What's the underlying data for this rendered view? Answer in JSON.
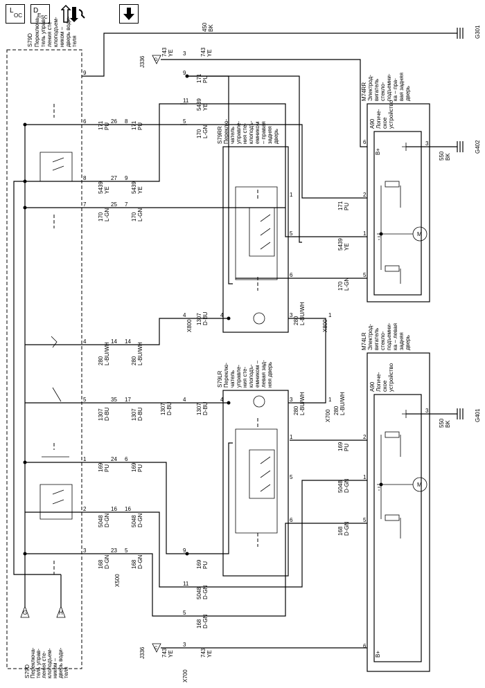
{
  "toolbar": {
    "loc_icon": {
      "label_main": "L",
      "label_sub": "OC"
    },
    "desc_icon": {
      "label_main": "D",
      "label_sub": "E",
      "label_sub2": "SC"
    },
    "connector_icon": "connector-swap-icon",
    "arrow_icon": "arrow-down-icon"
  },
  "grounds": {
    "g301": {
      "label": "G301"
    },
    "g402": {
      "label": "G402"
    },
    "g401": {
      "label": "G401"
    }
  },
  "wires_top": {
    "w450": {
      "num": "450",
      "color": "BK"
    },
    "w743a": {
      "num": "743",
      "color": "YE"
    },
    "w743b": {
      "num": "743",
      "color": "YE"
    }
  },
  "components": {
    "s79d_top": {
      "name": "S79D",
      "desc": [
        "Переключа-",
        "тель управ-",
        "ления сте-",
        "клоподъем-",
        "ником –",
        "дверь води-",
        "теля"
      ]
    },
    "s79d_bottom": {
      "name": "S79D",
      "desc": [
        "Переключа-",
        "тель управ-",
        "ления сте-",
        "клоподъем-",
        "ником –",
        "дверь води-",
        "теля"
      ]
    },
    "m74rr": {
      "name": "M74RR",
      "desc": [
        "Электрод-",
        "вигатель",
        "стекло-",
        "подъемни-",
        "ка – пра-",
        "вая задняя",
        "дверь"
      ]
    },
    "m74lr": {
      "name": "M74LR",
      "desc": [
        "Электрод-",
        "вигатель",
        "стекло-",
        "подъемни-",
        "ка – левая",
        "задняя",
        "дверь"
      ]
    },
    "a90_top": {
      "name": "A90",
      "desc": [
        "Логиче-",
        "ское",
        "устройство"
      ],
      "bplus": "B+"
    },
    "a90_bottom": {
      "name": "A90",
      "desc": [
        "Логиче-",
        "ское",
        "устройство"
      ],
      "bplus": "B+"
    },
    "s79rr": {
      "name": "S79RR",
      "desc": [
        "Переклю-",
        "чатель",
        "управле-",
        "ния сте-",
        "клоподъ-",
        "емником",
        "– правая",
        "задняя",
        "дверь"
      ]
    },
    "s79lr": {
      "name": "S79LR",
      "desc": [
        "Переклю-",
        "чатель",
        "управле-",
        "ния сте-",
        "клоподъ-",
        "емником –",
        "левая зад-",
        "няя дверь"
      ]
    }
  },
  "connectors": {
    "j336_d": {
      "name": "J336",
      "letter": "D"
    },
    "j336_c": {
      "name": "J336",
      "letter": "C"
    },
    "x800_a": {
      "name": "X800"
    },
    "x800_b": {
      "name": "X800"
    },
    "x700_a": {
      "name": "X700"
    },
    "x700_b": {
      "name": "X700"
    },
    "x500": {
      "name": "X500"
    },
    "g_ref": {
      "letter": "G"
    },
    "h_ref": {
      "letter": "H"
    }
  },
  "labels": {
    "p9": "9",
    "p6": "6",
    "p8": "8",
    "p7": "7",
    "p4": "4",
    "p5": "5",
    "p1": "1",
    "p2": "2",
    "p3": "3",
    "p26": "26",
    "p27": "27",
    "p25": "25",
    "p14": "14",
    "p35": "35",
    "p17": "17",
    "p24": "24",
    "p16": "16",
    "p23": "23",
    "p11": "11",
    "w171": "171",
    "pu": "PU",
    "w5439": "5439",
    "ye": "YE",
    "w170": "170",
    "lgn": "L-GN",
    "w280": "280",
    "lbuwh": "L-BU/WH",
    "w1307": "1307",
    "dbu": "D-BU",
    "w169": "169",
    "w5048": "5048",
    "dgn": "D-GN",
    "w168": "168",
    "w550": "550",
    "bk": "BK"
  }
}
